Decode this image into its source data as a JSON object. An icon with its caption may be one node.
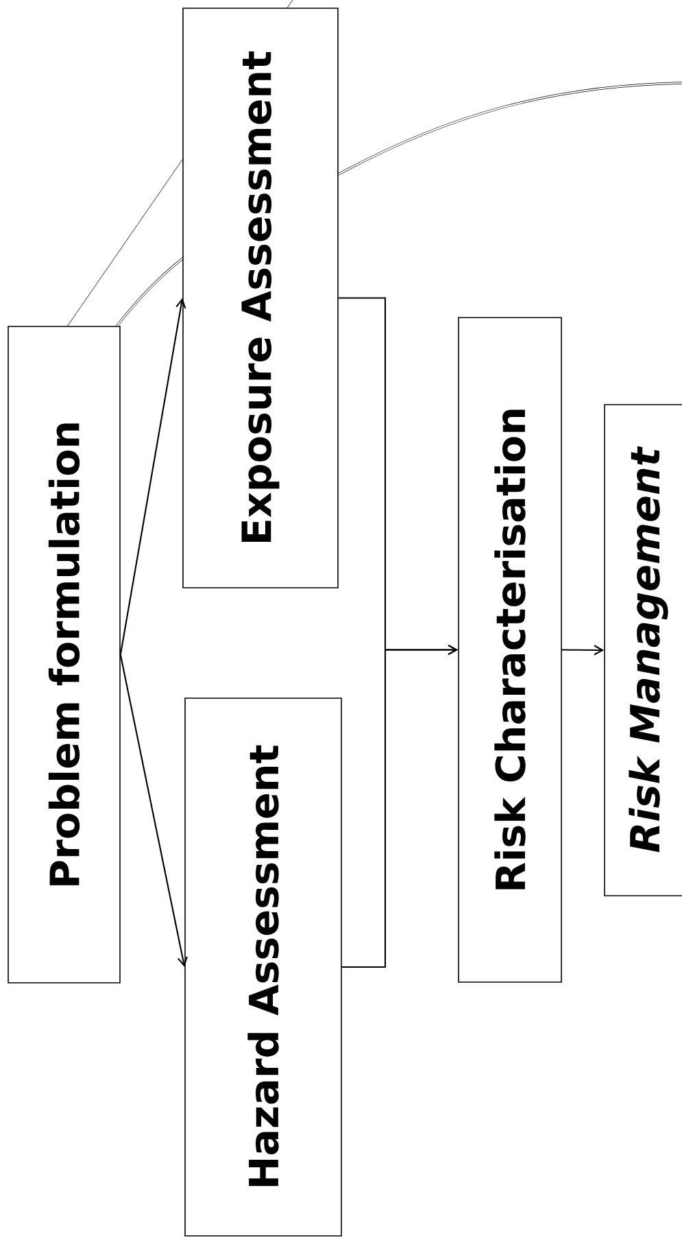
{
  "diagram": {
    "nodes": [
      {
        "text": [
          "Problem formulation"
        ]
      },
      {
        "text": [
          "Exposure Assessment"
        ]
      },
      {
        "text": [
          "Hazard Assessment"
        ]
      },
      {
        "text": [
          "Risk Characterisation"
        ]
      },
      {
        "text": [
          "Risk Management"
        ]
      }
    ],
    "edges": [
      {
        "from": 0,
        "to": 1,
        "arrow": "to"
      },
      {
        "from": 0,
        "to": 2,
        "arrow": "to"
      },
      {
        "from": 1,
        "to": 3,
        "arrow": "to"
      },
      {
        "from": 2,
        "to": 3,
        "arrow": "to"
      },
      {
        "from": 3,
        "to": 4,
        "arrow": "to"
      }
    ]
  }
}
